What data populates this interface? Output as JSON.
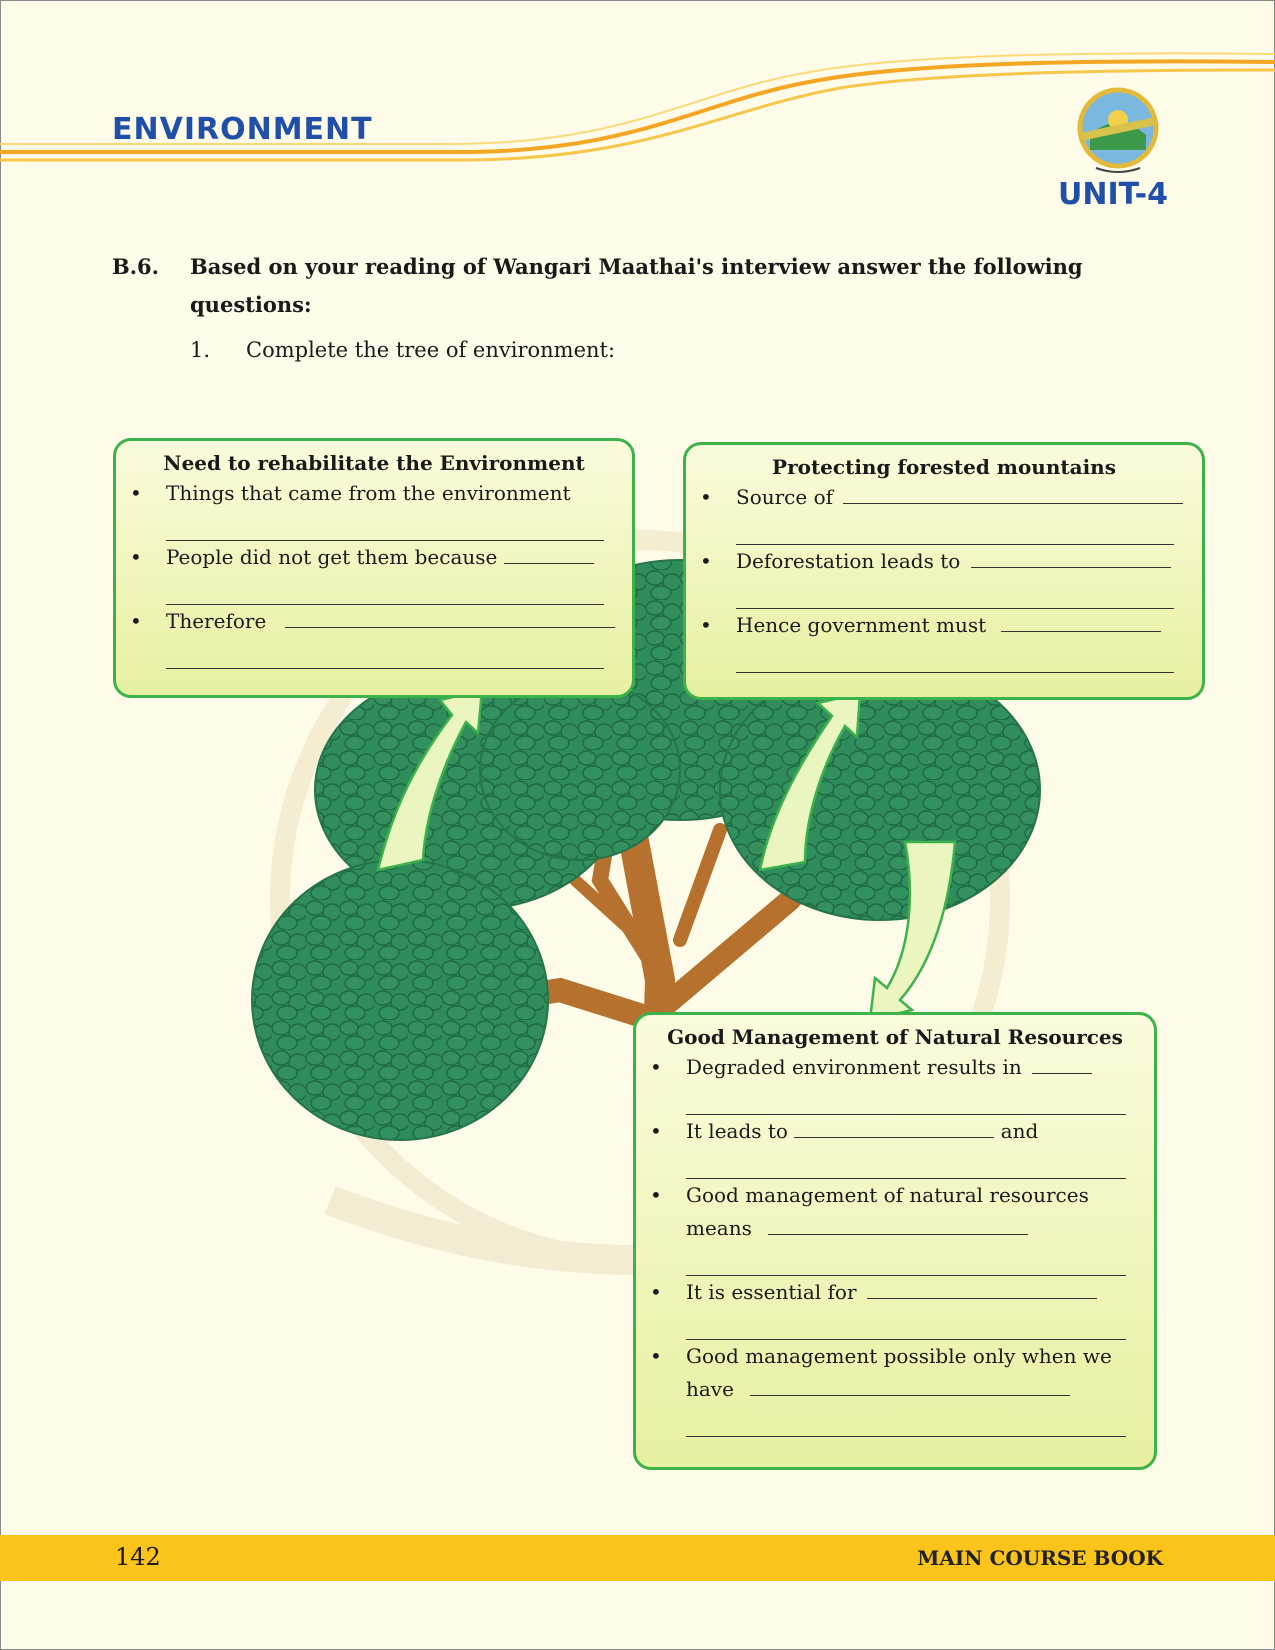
{
  "header": {
    "section_title": "ENVIRONMENT",
    "unit": "UNIT-4",
    "logo_icon": "school-emblem-logo"
  },
  "question": {
    "number": "B.6.",
    "text": "Based on your reading of Wangari Maathai's interview answer the following questions:",
    "sub_number": "1.",
    "sub_text": "Complete the tree of environment:"
  },
  "boxes": {
    "rehabilitate": {
      "title": "Need to rehabilitate the Environment",
      "items": [
        "Things that came from the environment",
        "People did not get them because",
        "Therefore"
      ]
    },
    "forested": {
      "title": "Protecting forested mountains",
      "items": [
        "Source of",
        "Deforestation leads to",
        "Hence government must"
      ]
    },
    "management": {
      "title": "Good Management of Natural Resources",
      "items": [
        "Degraded environment results in",
        "It leads to",
        "and",
        "Good management of natural resources means",
        "It is essential for",
        "Good management possible only when we have"
      ]
    }
  },
  "footer": {
    "page_number": "142",
    "book_name": "MAIN COURSE BOOK"
  },
  "colors": {
    "title_blue": "#1f4fa8",
    "box_border": "#3cb24a",
    "footer_yellow": "#fbc41a",
    "tree_green": "#2e8a58",
    "trunk_brown": "#b5712d"
  }
}
